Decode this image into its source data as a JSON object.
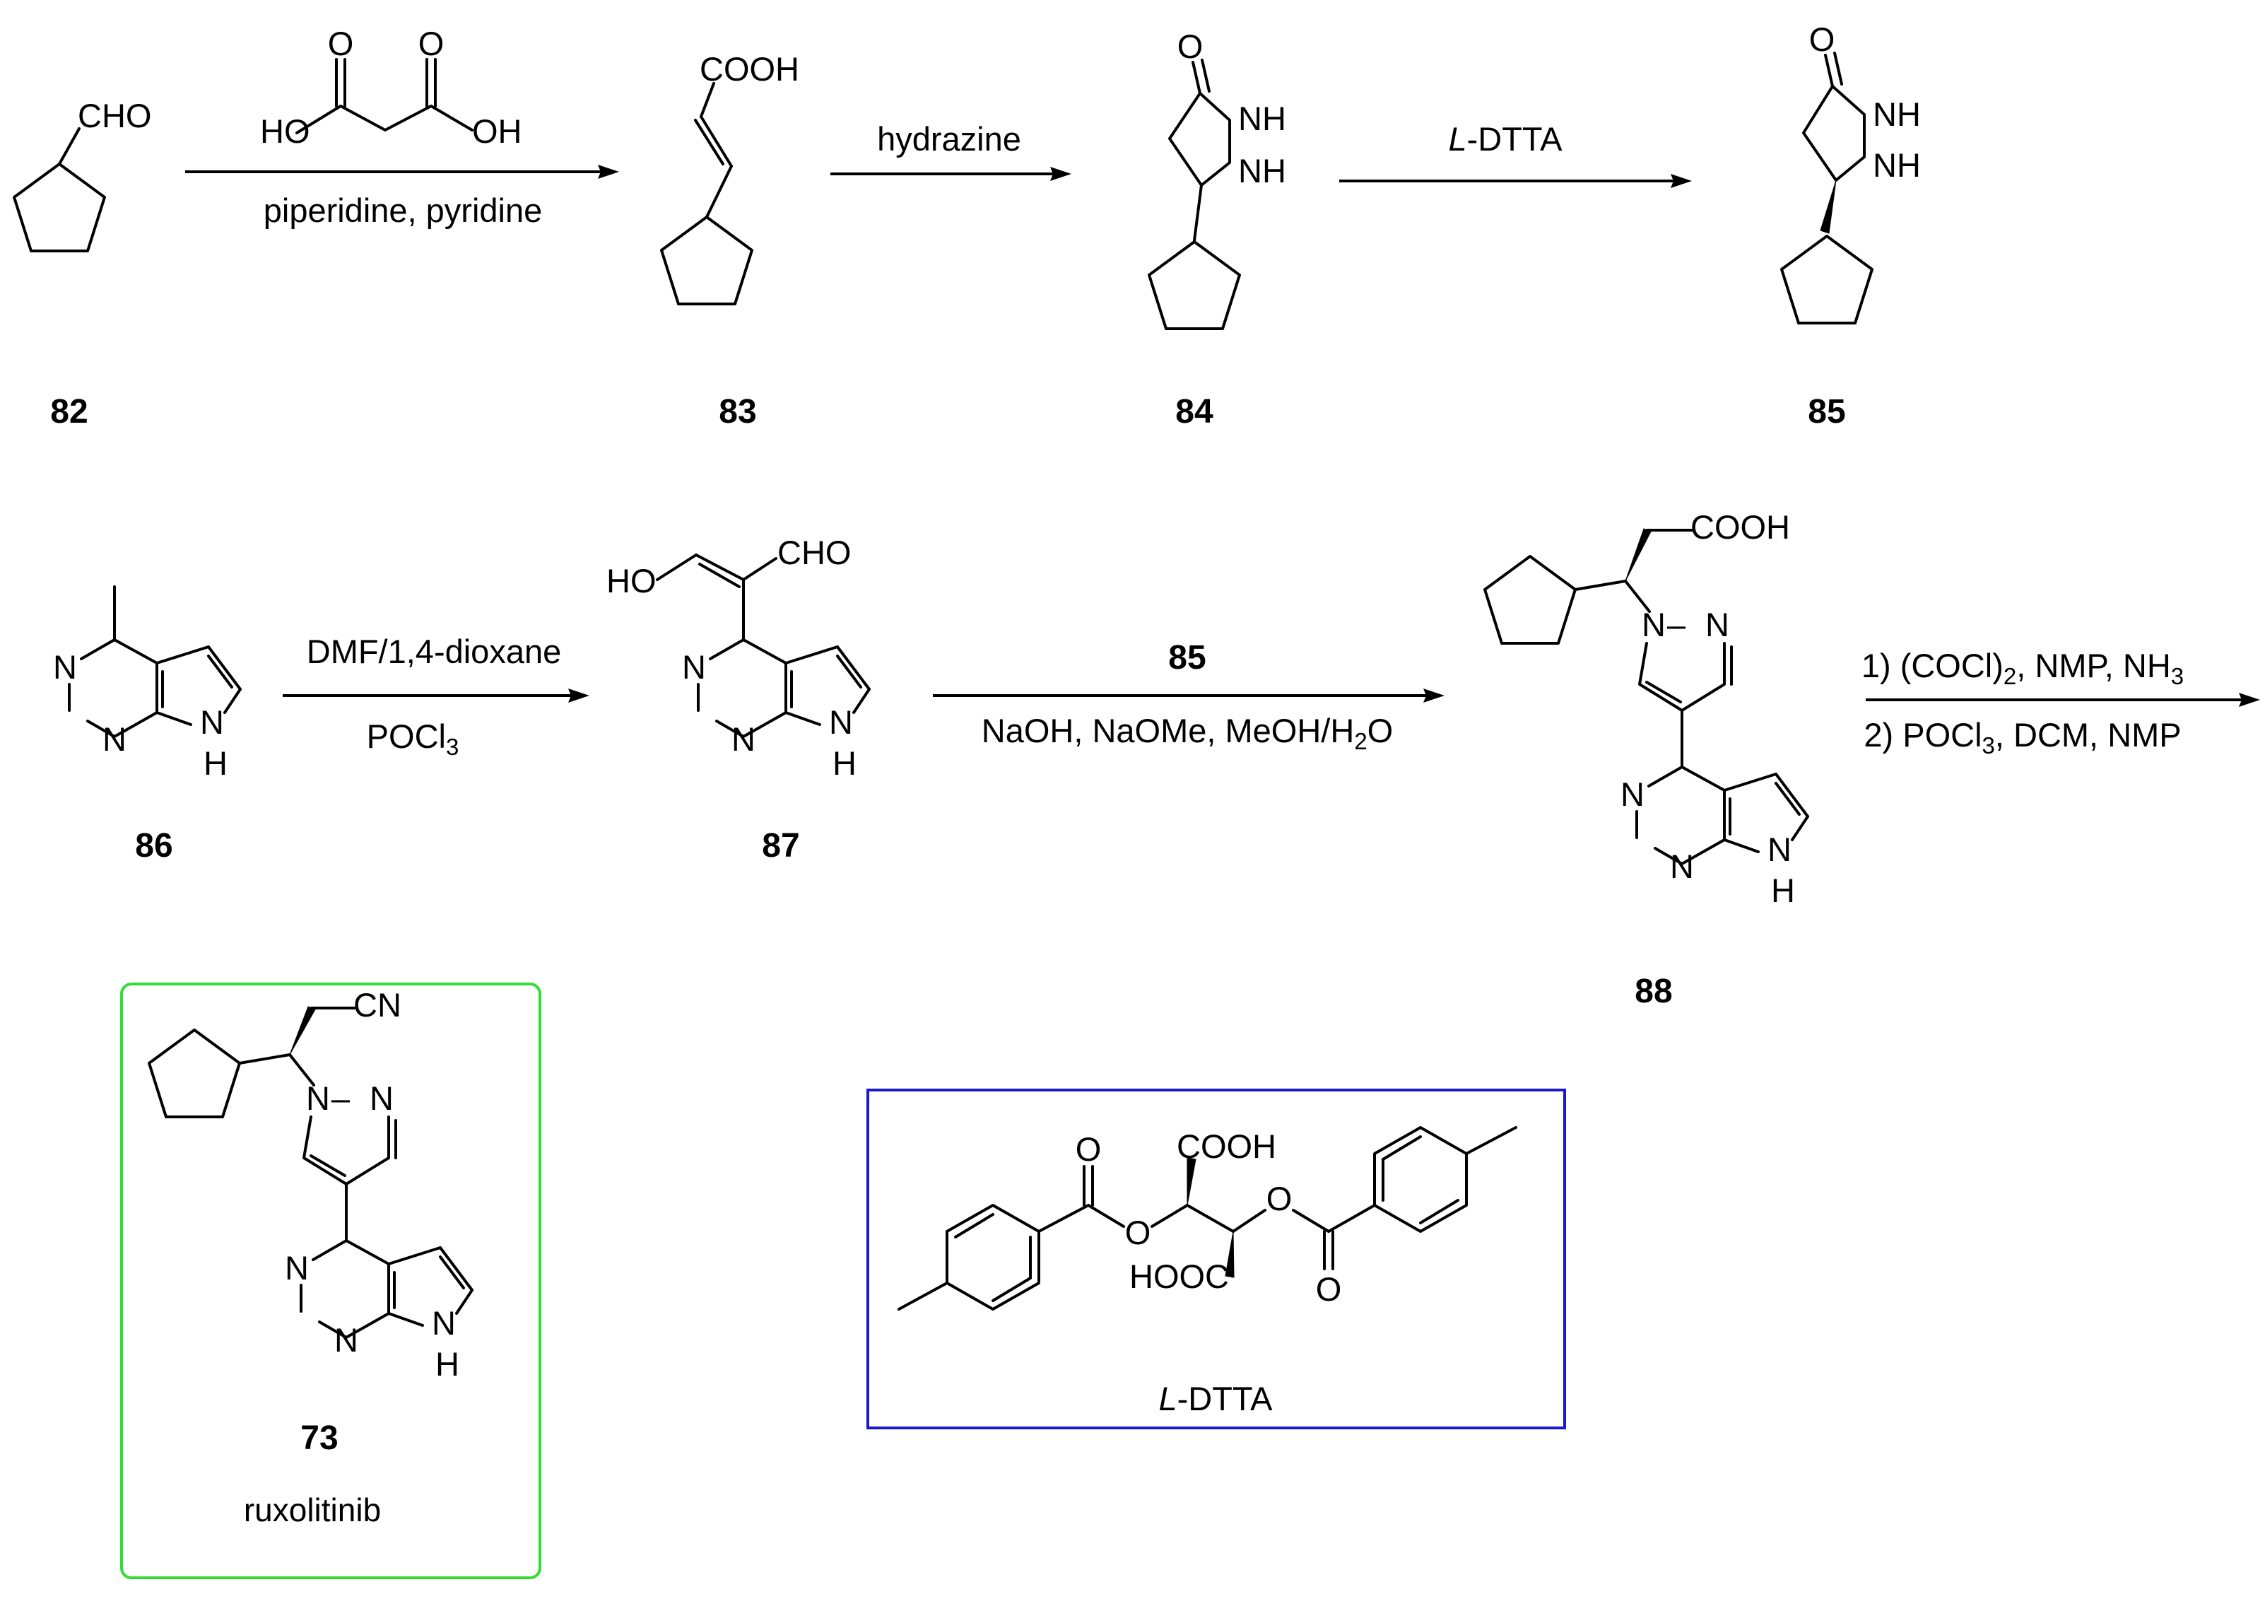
{
  "compounds": {
    "c82": {
      "label": "82",
      "group": "CHO"
    },
    "c83": {
      "label": "83",
      "group": "COOH"
    },
    "c84": {
      "label": "84",
      "o": "O",
      "nh1": "NH",
      "nh2": "NH"
    },
    "c85": {
      "label": "85",
      "o": "O",
      "nh1": "NH",
      "nh2": "NH"
    },
    "c86": {
      "label": "86",
      "n1": "N",
      "n2": "N",
      "nh": "N",
      "h": "H"
    },
    "c87": {
      "label": "87",
      "ho": "HO",
      "cho": "CHO",
      "n1": "N",
      "n2": "N",
      "nh": "N",
      "h": "H"
    },
    "c88": {
      "label": "88",
      "cooh": "COOH",
      "n1": "N",
      "dash": "–",
      "n2": "N",
      "pn1": "N",
      "pn2": "N",
      "nh": "N",
      "h": "H"
    },
    "c73": {
      "label": "73",
      "name": "ruxolitinib",
      "cn": "CN",
      "n1": "N",
      "dash": "–",
      "n2": "N",
      "pn1": "N",
      "pn2": "N",
      "nh": "N",
      "h": "H"
    },
    "dtta": {
      "name_italic": "L",
      "name_rest": "-DTTA",
      "cooh": "COOH",
      "hooc": "HOOC",
      "o1": "O",
      "o2": "O",
      "o3": "O",
      "o4": "O"
    }
  },
  "malonic": {
    "o1": "O",
    "o2": "O",
    "ho": "HO",
    "oh": "OH"
  },
  "reactions": {
    "r1": {
      "below": "piperidine, pyridine"
    },
    "r2": {
      "above": "hydrazine"
    },
    "r3": {
      "above_italic": "L",
      "above_rest": "-DTTA"
    },
    "r4": {
      "above": "DMF/1,4-dioxane",
      "below_main": "POCl",
      "below_sub": "3"
    },
    "r5": {
      "above": "85",
      "below_main": "NaOH, NaOMe, MeOH/H",
      "below_sub": "2",
      "below_end": "O"
    },
    "r6": {
      "line1_a": "1) (COCl)",
      "line1_sub1": "2",
      "line1_b": ", NMP,  NH",
      "line1_sub2": "3",
      "line2_a": "2) POCl",
      "line2_sub": "3",
      "line2_b": ", DCM, NMP"
    }
  },
  "boxes": {
    "ruxolitinib_box_color": "#33dd33",
    "dtta_box_color": "#1a1acc"
  }
}
